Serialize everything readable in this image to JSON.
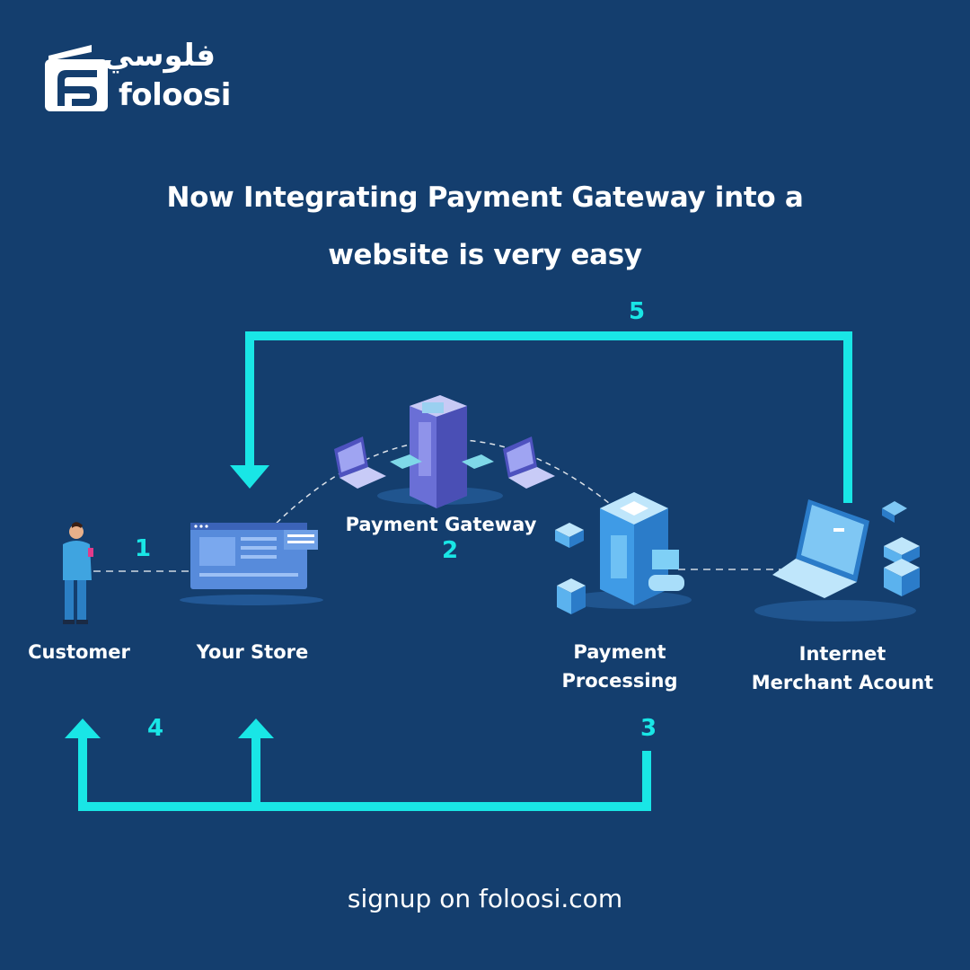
{
  "brand": {
    "name_arabic": "فلوسي",
    "name_latin": "foloosi"
  },
  "headline": {
    "line1": "Now Integrating Payment Gateway into a",
    "line2": "website is very easy"
  },
  "nodes": {
    "customer": "Customer",
    "store": "Your Store",
    "gateway": "Payment Gateway",
    "processing_line1": "Payment",
    "processing_line2": "Processing",
    "merchant_line1": "Internet",
    "merchant_line2": "Merchant Acount"
  },
  "steps": {
    "s1": "1",
    "s2": "2",
    "s3": "3",
    "s4": "4",
    "s5": "5"
  },
  "footer": {
    "text": "signup on foloosi.com"
  },
  "colors": {
    "background": "#143e6e",
    "accent": "#19e6e6"
  }
}
